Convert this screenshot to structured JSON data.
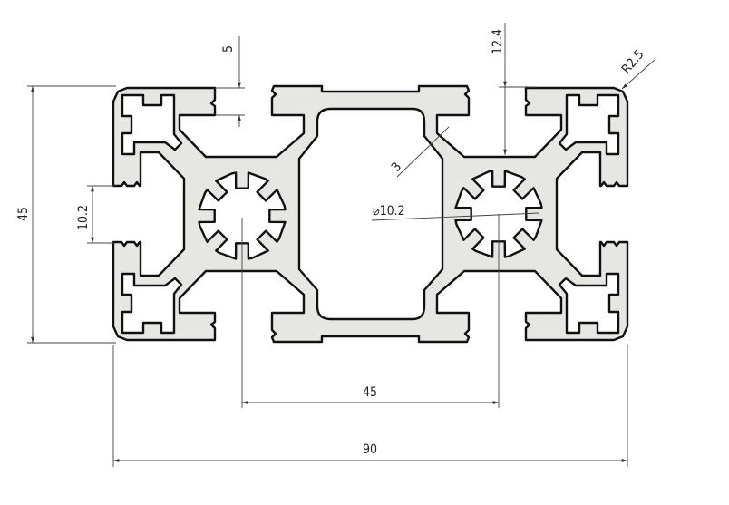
{
  "drawing": {
    "title": "Aluminium extrusion profile 45x90 cross-section",
    "colors": {
      "profile_fill": "#e6e6e2",
      "outline": "#111111",
      "dimension_line": "#444444"
    },
    "dimensions": {
      "slot_depth": "5",
      "slot_offset": "12.4",
      "corner_radius": "R2.5",
      "wall_thickness": "3",
      "core_hole": "⌀10.2",
      "height": "45",
      "slot_width": "10.2",
      "core_pitch": "45",
      "width": "90"
    }
  }
}
